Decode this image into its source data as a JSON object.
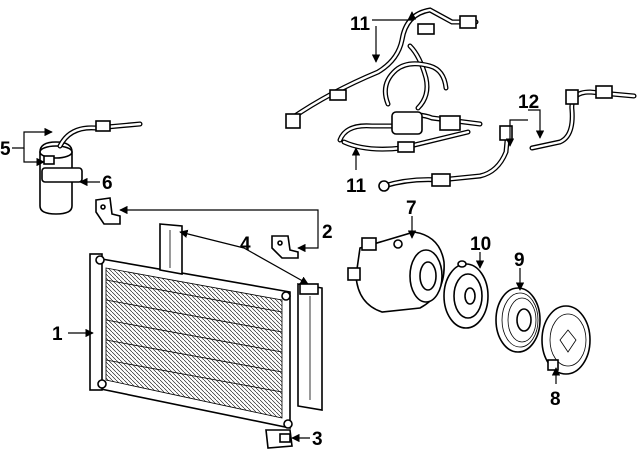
{
  "callouts": [
    {
      "id": "1",
      "label": "1"
    },
    {
      "id": "2",
      "label": "2"
    },
    {
      "id": "3",
      "label": "3"
    },
    {
      "id": "4",
      "label": "4"
    },
    {
      "id": "5",
      "label": "5"
    },
    {
      "id": "6",
      "label": "6"
    },
    {
      "id": "7",
      "label": "7"
    },
    {
      "id": "8",
      "label": "8"
    },
    {
      "id": "9",
      "label": "9"
    },
    {
      "id": "10",
      "label": "10"
    },
    {
      "id": "11a",
      "label": "11"
    },
    {
      "id": "11b",
      "label": "11"
    },
    {
      "id": "12",
      "label": "12"
    }
  ]
}
